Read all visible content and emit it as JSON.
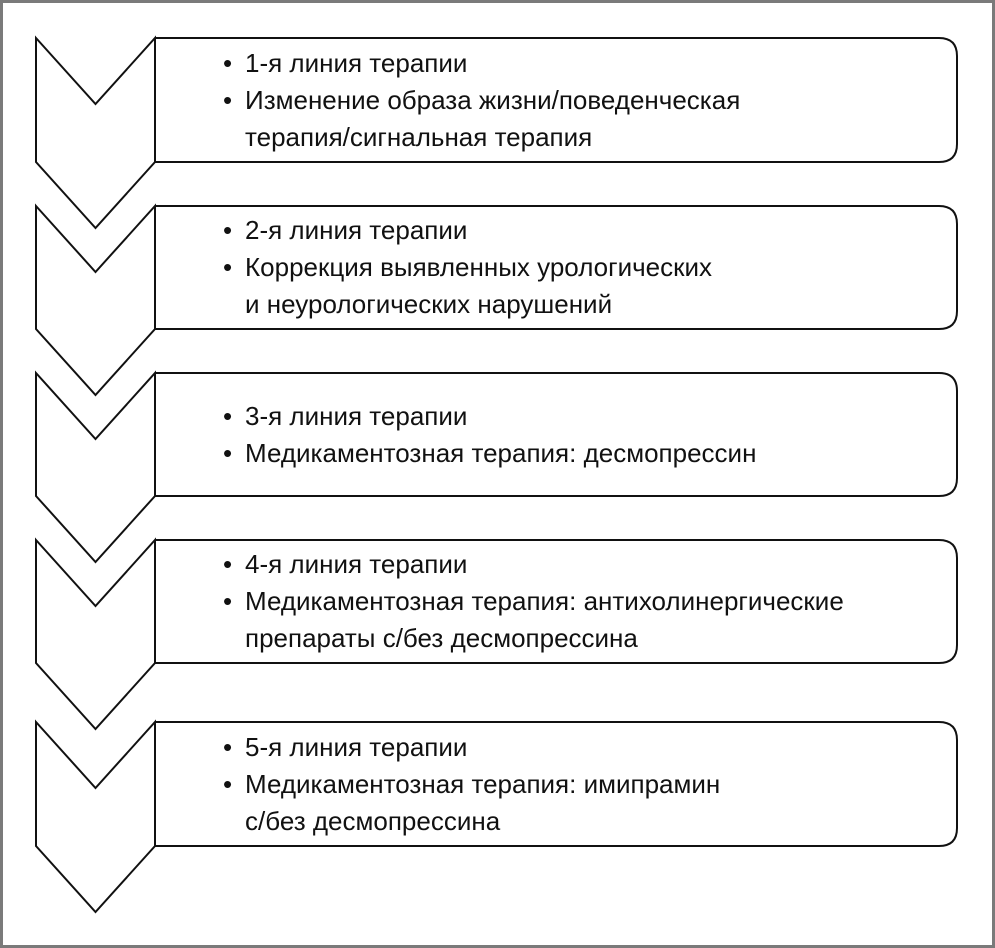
{
  "steps": [
    {
      "title": "1-я линия терапии",
      "text_lines": [
        "Изменение образа жизни/поведенческая",
        "терапия/сигнальная терапия"
      ]
    },
    {
      "title": "2-я линия терапии",
      "text_lines": [
        "Коррекция выявленных урологических",
        "и неурологических нарушений"
      ]
    },
    {
      "title": "3-я линия терапии",
      "text_lines": [
        "Медикаментозная терапия: десмопрессин"
      ]
    },
    {
      "title": "4-я линия терапии",
      "text_lines": [
        "Медикаментозная терапия: антихолинергические",
        "препараты с/без десмопрессина"
      ]
    },
    {
      "title": "5-я линия терапии",
      "text_lines": [
        "Медикаментозная терапия: имипрамин",
        "с/без десмопрессина"
      ]
    }
  ],
  "bullet": "•"
}
